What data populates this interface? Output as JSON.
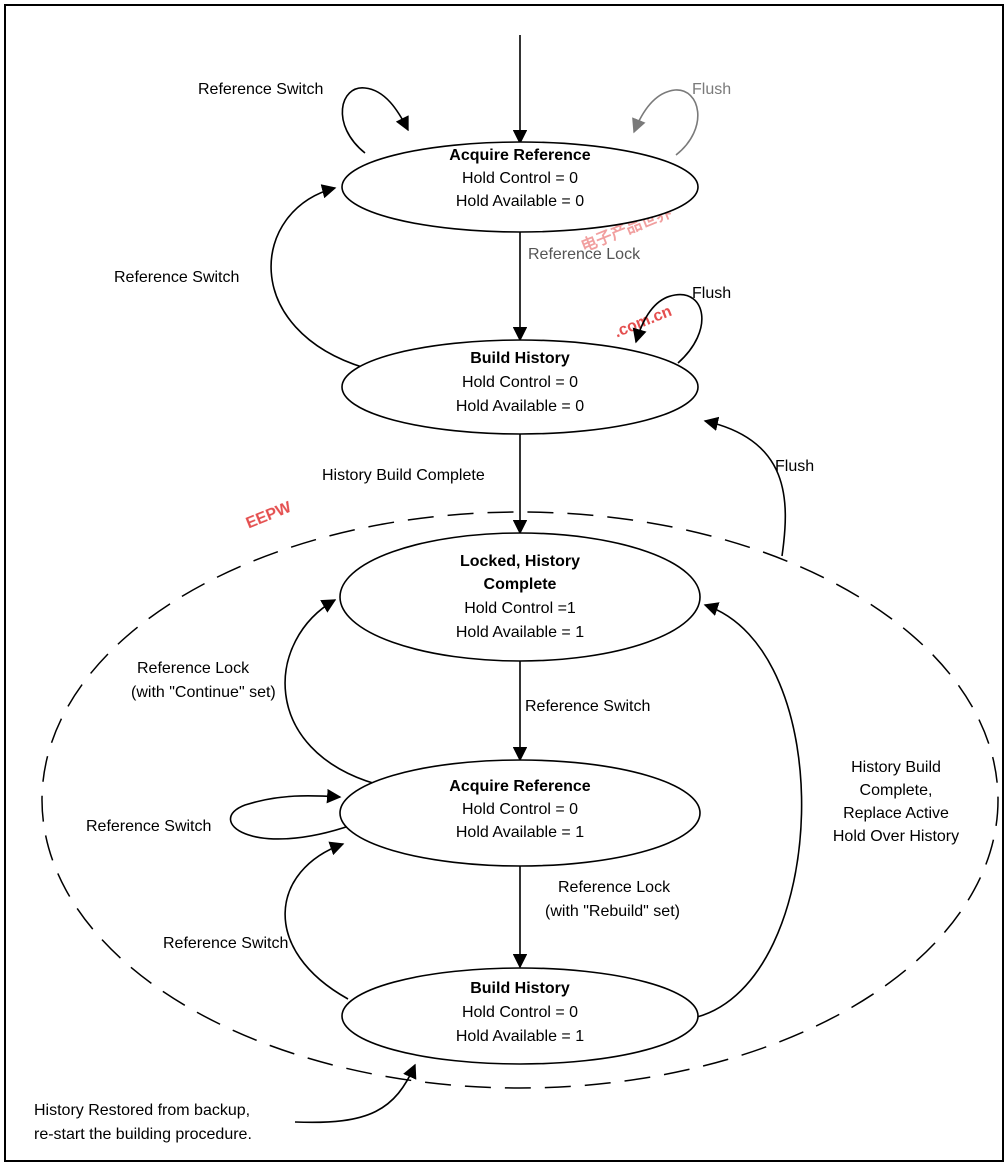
{
  "states": [
    {
      "title": "Acquire Reference",
      "line1": "Hold Control = 0",
      "line2": "Hold Available = 0"
    },
    {
      "title": "Build History",
      "line1": "Hold Control = 0",
      "line2": "Hold Available = 0"
    },
    {
      "title_line1": "Locked, History",
      "title_line2": "Complete",
      "line1": "Hold Control =1",
      "line2": "Hold Available = 1"
    },
    {
      "title": "Acquire Reference",
      "line1": "Hold Control = 0",
      "line2": "Hold Available = 1"
    },
    {
      "title": "Build History",
      "line1": "Hold Control = 0",
      "line2": "Hold Available = 1"
    }
  ],
  "transitions": {
    "ref_switch_self_top": "Reference Switch",
    "flush_self_top": "Flush",
    "ref_lock_top": "Reference Lock",
    "ref_switch_back_top": "Reference Switch",
    "flush_self_build": "Flush",
    "history_build_complete": "History Build Complete",
    "flush_return": "Flush",
    "ref_lock_continue_line1": "Reference Lock",
    "ref_lock_continue_line2": "(with \"Continue\" set)",
    "ref_switch_locked": "Reference Switch",
    "ref_switch_self_bottom": "Reference Switch",
    "ref_lock_rebuild_line1": "Reference Lock",
    "ref_lock_rebuild_line2": "(with \"Rebuild\" set)",
    "ref_switch_build_back": "Reference Switch",
    "replace_line1": "History Build",
    "replace_line2": "Complete,",
    "replace_line3": "Replace Active",
    "replace_line4": "Hold Over History",
    "restored_line1": "History Restored from backup,",
    "restored_line2": "re-start the building procedure."
  },
  "watermark": {
    "latin": "EEPW",
    "domain": ".com.cn",
    "chinese": "电子产品世界",
    "color": "#e03030"
  }
}
